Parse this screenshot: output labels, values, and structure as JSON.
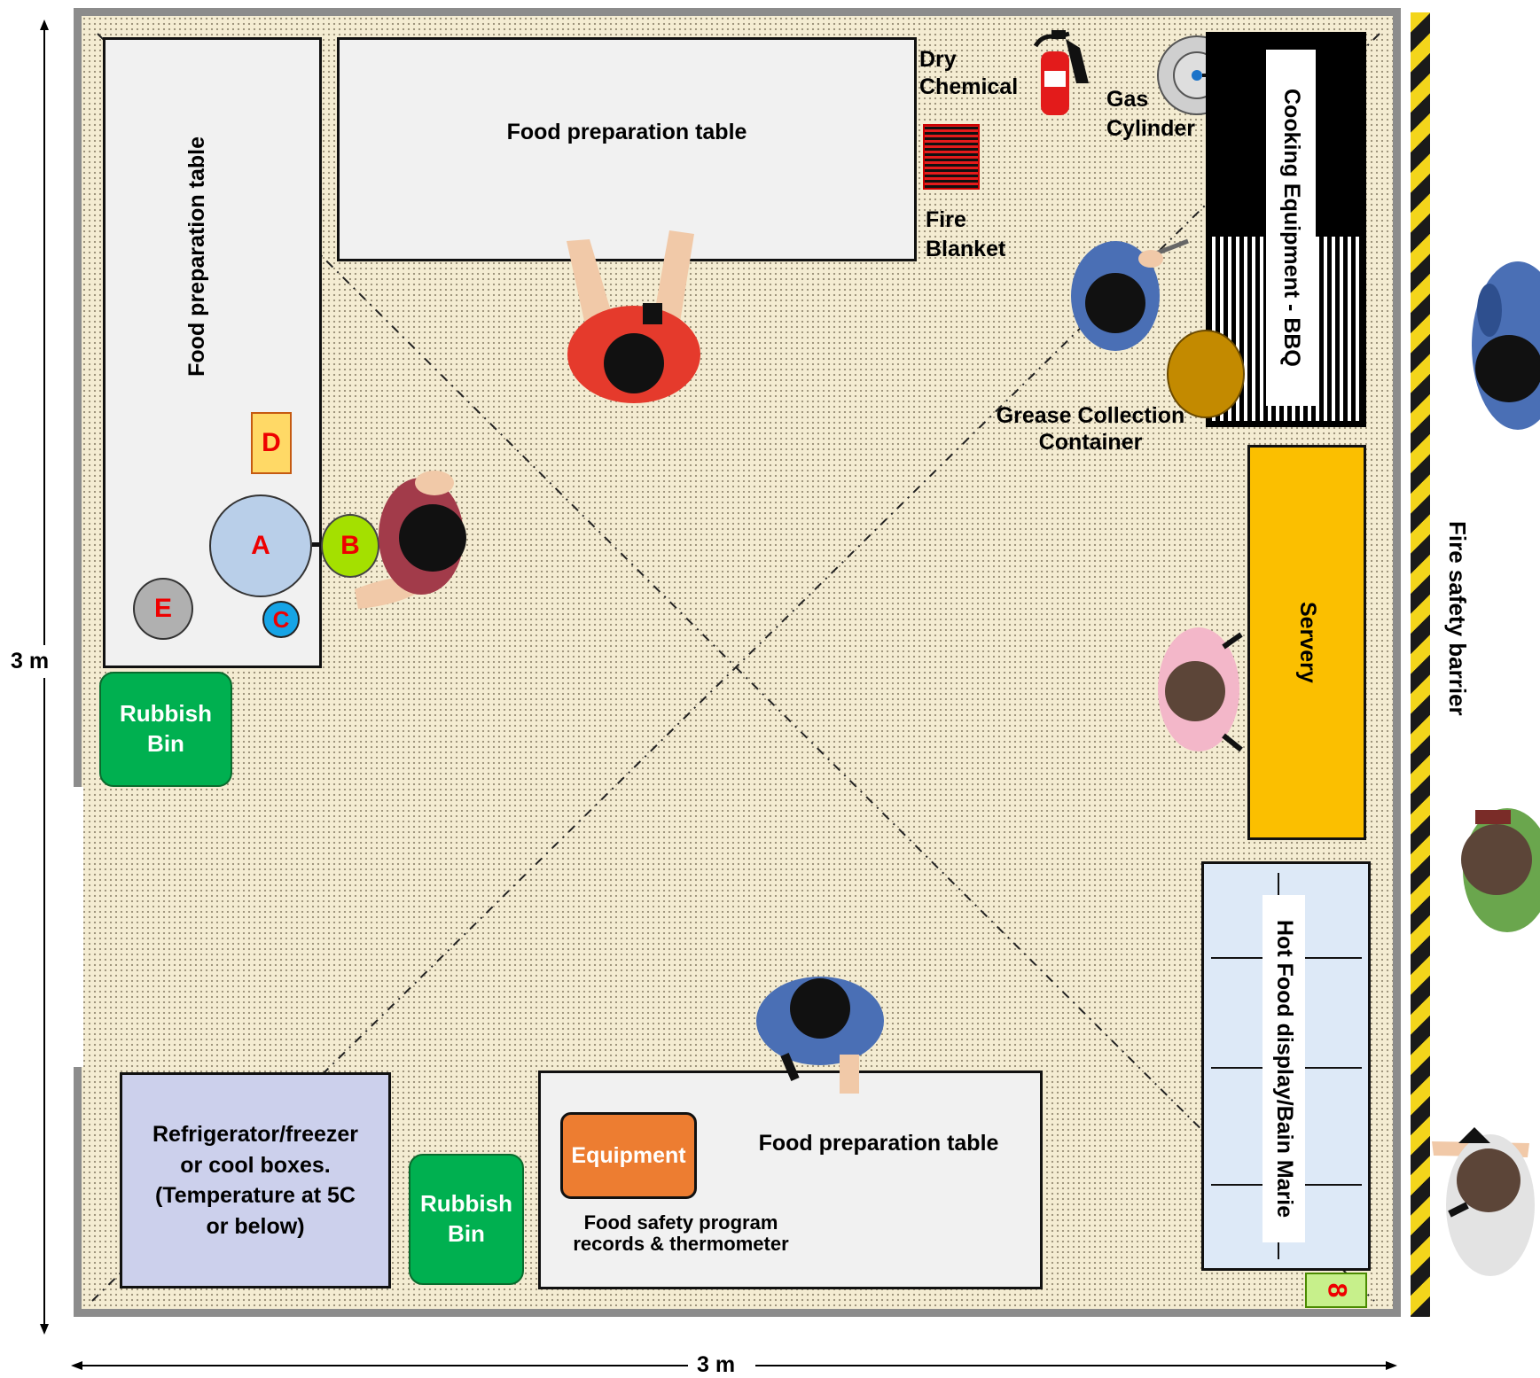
{
  "dimensions": {
    "vertical": "3 m",
    "horizontal": "3 m"
  },
  "tables": {
    "left": "Food preparation table",
    "top": "Food preparation table",
    "bottom": "Food preparation table"
  },
  "safety": {
    "dry_chemical": [
      "Dry",
      "Chemical"
    ],
    "fire_blanket": [
      "Fire",
      "Blanket"
    ],
    "gas_cylinder": [
      "Gas",
      "Cylinder"
    ],
    "grease": [
      "Grease Collection",
      "Container"
    ],
    "barrier": "Fire safety barrier"
  },
  "equipment": {
    "cooking": "Cooking Equipment - BBQ",
    "servery": "Servery",
    "hot_food": "Hot Food display/Bain Marie",
    "equipment_box": "Equipment",
    "records": [
      "Food safety program",
      "records & thermometer"
    ],
    "fridge": [
      "Refrigerator/freezer",
      "or cool boxes.",
      "(Temperature at 5C",
      "or below)"
    ],
    "rubbish_bin_1": [
      "Rubbish",
      "Bin"
    ],
    "rubbish_bin_2": [
      "Rubbish",
      "Bin"
    ],
    "hand_wash_marker": "8"
  },
  "markers": {
    "A": "A",
    "B": "B",
    "C": "C",
    "D": "D",
    "E": "E"
  },
  "colors": {
    "floor": "#f4ecd2",
    "wall": "#8c8c8c",
    "bin": "#00b050",
    "servery": "#fbbf00",
    "equipment": "#ed7d31",
    "fridge": "#ccd0ec",
    "hot_food": "#dde9f7",
    "marker_red": "#e00000"
  }
}
